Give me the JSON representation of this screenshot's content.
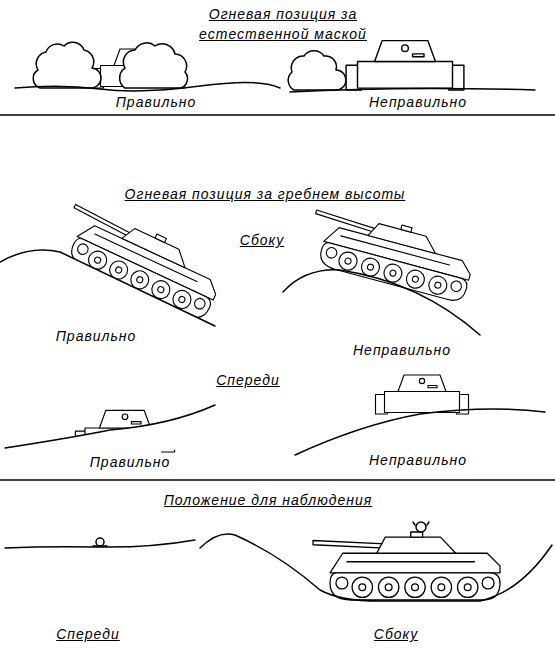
{
  "diagram": {
    "labels": [
      "Огневая позиция за естественной маской",
      "Правильно",
      "Неправильно",
      "Огневая позиция за гребнем высоты",
      "Сбоку",
      "Правильно",
      "Неправильно",
      "Спереди",
      "Правильно",
      "Неправильно",
      "Положение для наблюдения",
      "Спереди",
      "Сбоку"
    ]
  }
}
